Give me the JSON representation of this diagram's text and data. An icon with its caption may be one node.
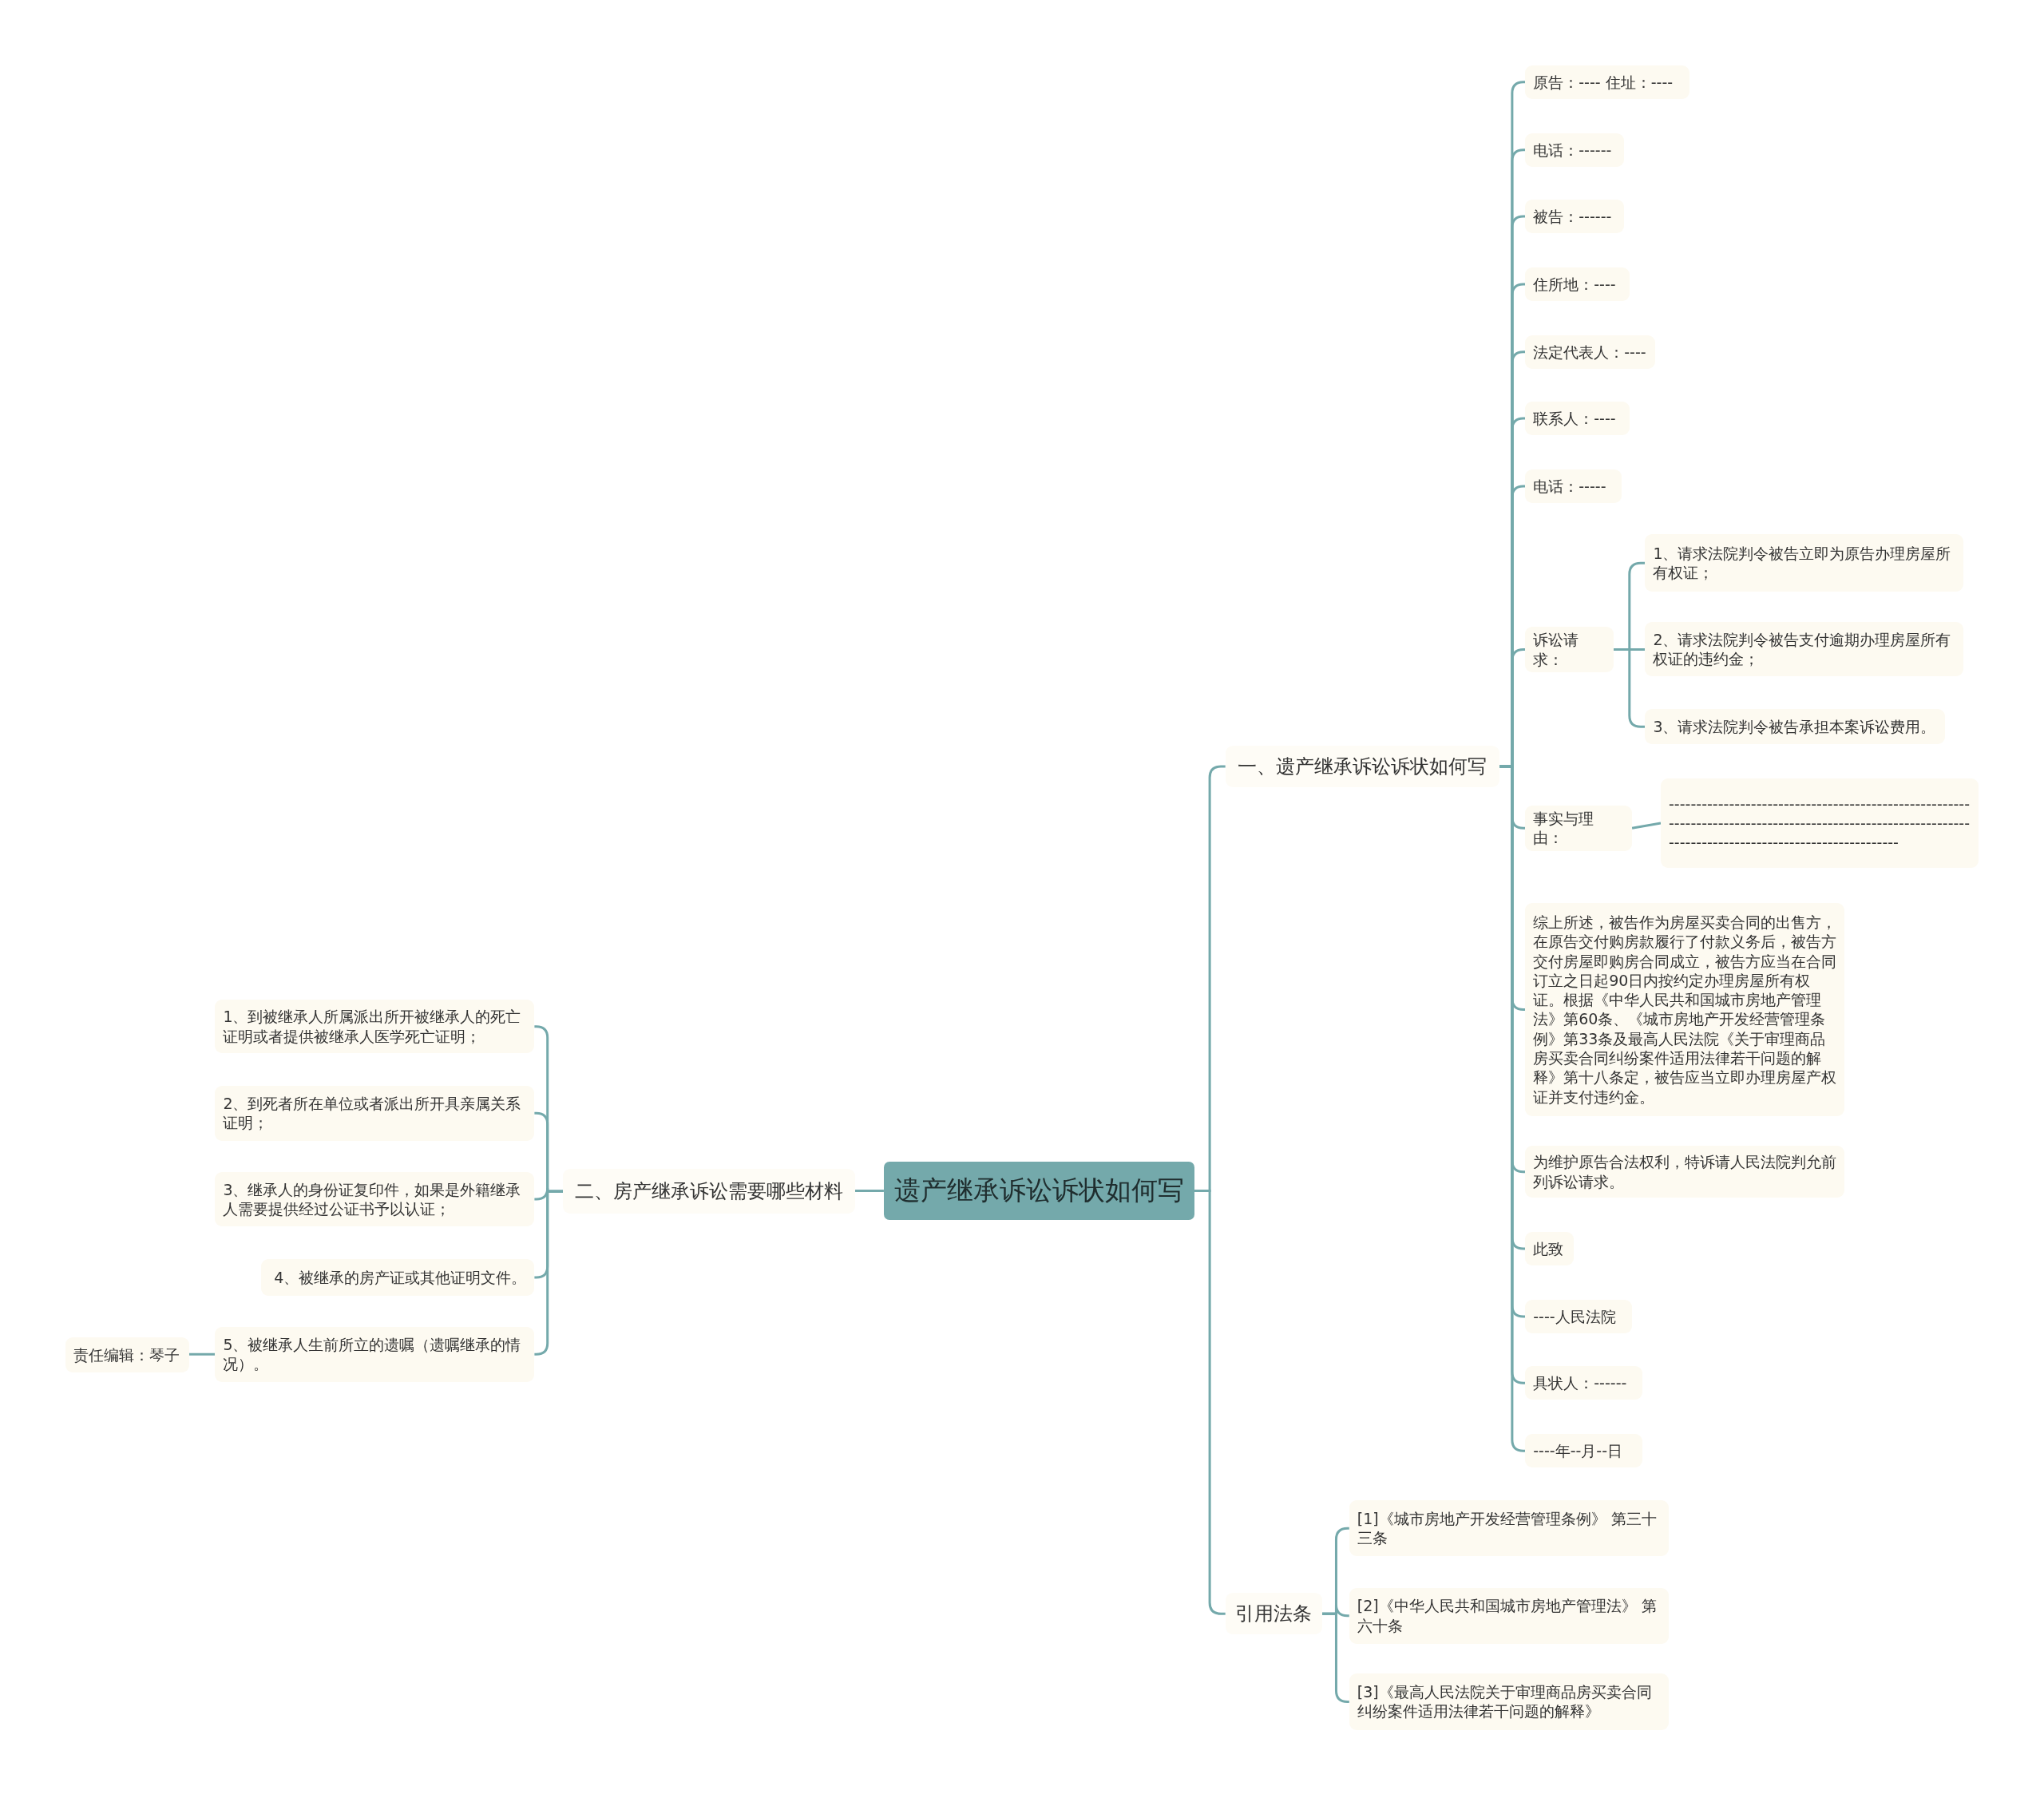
{
  "diagram": {
    "nodes": [
      {
        "text": [
          "遗产继承诉讼诉状如何写"
        ]
      },
      {
        "text": [
          "一、遗产继承诉讼诉状如何写"
        ]
      },
      {
        "text": [
          "原告：---- 住址：----"
        ]
      },
      {
        "text": [
          "电话：------"
        ]
      },
      {
        "text": [
          "被告：------"
        ]
      },
      {
        "text": [
          "住所地：----"
        ]
      },
      {
        "text": [
          "法定代表人：----"
        ]
      },
      {
        "text": [
          "联系人：----"
        ]
      },
      {
        "text": [
          "电话：-----"
        ]
      },
      {
        "text": [
          "诉讼请求："
        ]
      },
      {
        "text": [
          "1、请求法院判令被告立即为原告办理房屋所有权证；"
        ]
      },
      {
        "text": [
          "2、请求法院判令被告支付逾期办理房屋所有权证的违约金；"
        ]
      },
      {
        "text": [
          "3、请求法院判令被告承担本案诉讼费用。"
        ]
      },
      {
        "text": [
          "事实与理由："
        ]
      },
      {
        "text": [
          "--------------------------------------------------------------------------------------------------------------------------------------------------------"
        ]
      },
      {
        "text": [
          "综上所述，被告作为房屋买卖合同的出售方，在原告交付购房款履行了付款义务后，被告方交付房屋即购房合同成立，被告方应当在合同订立之日起90日内按约定办理房屋所有权证。根据《中华人民共和国城市房地产管理法》第60条、《城市房地产开发经营管理条例》第33条及最高人民法院《关于审理商品房买卖合同纠纷案件适用法律若干问题的解释》第十八条定，被告应当立即办理房屋产权证并支付违约金。"
        ]
      },
      {
        "text": [
          "为维护原告合法权利，特诉请人民法院判允前列诉讼请求。"
        ]
      },
      {
        "text": [
          "此致"
        ]
      },
      {
        "text": [
          "----人民法院"
        ]
      },
      {
        "text": [
          "具状人：------"
        ]
      },
      {
        "text": [
          "----年--月--日"
        ]
      },
      {
        "text": [
          "二、房产继承诉讼需要哪些材料"
        ]
      },
      {
        "text": [
          "1、到被继承人所属派出所开被继承人的死亡证明或者提供被继承人医学死亡证明；"
        ]
      },
      {
        "text": [
          "2、到死者所在单位或者派出所开具亲属关系证明；"
        ]
      },
      {
        "text": [
          "3、继承人的身份证复印件，如果是外籍继承人需要提供经过公证书予以认证；"
        ]
      },
      {
        "text": [
          "4、被继承的房产证或其他证明文件。"
        ]
      },
      {
        "text": [
          "5、被继承人生前所立的遗嘱（遗嘱继承的情况）。"
        ]
      },
      {
        "text": [
          "责任编辑：琴子"
        ]
      },
      {
        "text": [
          "引用法条"
        ]
      },
      {
        "text": [
          "[1]《城市房地产开发经营管理条例》 第三十三条"
        ]
      },
      {
        "text": [
          "[2]《中华人民共和国城市房地产管理法》 第六十条"
        ]
      },
      {
        "text": [
          "[3]《最高人民法院关于审理商品房买卖合同纠纷案件适用法律若干问题的解释》"
        ]
      }
    ],
    "edges": [
      {
        "from": 0,
        "to": 1,
        "arrow": "none"
      },
      {
        "from": 1,
        "to": 2,
        "arrow": "none"
      },
      {
        "from": 1,
        "to": 3,
        "arrow": "none"
      },
      {
        "from": 1,
        "to": 4,
        "arrow": "none"
      },
      {
        "from": 1,
        "to": 5,
        "arrow": "none"
      },
      {
        "from": 1,
        "to": 6,
        "arrow": "none"
      },
      {
        "from": 1,
        "to": 7,
        "arrow": "none"
      },
      {
        "from": 1,
        "to": 8,
        "arrow": "none"
      },
      {
        "from": 1,
        "to": 9,
        "arrow": "none"
      },
      {
        "from": 9,
        "to": 10,
        "arrow": "none"
      },
      {
        "from": 9,
        "to": 11,
        "arrow": "none"
      },
      {
        "from": 9,
        "to": 12,
        "arrow": "none"
      },
      {
        "from": 1,
        "to": 13,
        "arrow": "none"
      },
      {
        "from": 13,
        "to": 14,
        "arrow": "none"
      },
      {
        "from": 1,
        "to": 15,
        "arrow": "none"
      },
      {
        "from": 1,
        "to": 16,
        "arrow": "none"
      },
      {
        "from": 1,
        "to": 17,
        "arrow": "none"
      },
      {
        "from": 1,
        "to": 18,
        "arrow": "none"
      },
      {
        "from": 1,
        "to": 19,
        "arrow": "none"
      },
      {
        "from": 1,
        "to": 20,
        "arrow": "none"
      },
      {
        "from": 0,
        "to": 21,
        "arrow": "none"
      },
      {
        "from": 21,
        "to": 22,
        "arrow": "none"
      },
      {
        "from": 21,
        "to": 23,
        "arrow": "none"
      },
      {
        "from": 21,
        "to": 24,
        "arrow": "none"
      },
      {
        "from": 21,
        "to": 25,
        "arrow": "none"
      },
      {
        "from": 21,
        "to": 26,
        "arrow": "none"
      },
      {
        "from": 26,
        "to": 27,
        "arrow": "none"
      },
      {
        "from": 0,
        "to": 28,
        "arrow": "none"
      },
      {
        "from": 28,
        "to": 29,
        "arrow": "none"
      },
      {
        "from": 28,
        "to": 30,
        "arrow": "none"
      },
      {
        "from": 28,
        "to": 31,
        "arrow": "none"
      }
    ]
  }
}
